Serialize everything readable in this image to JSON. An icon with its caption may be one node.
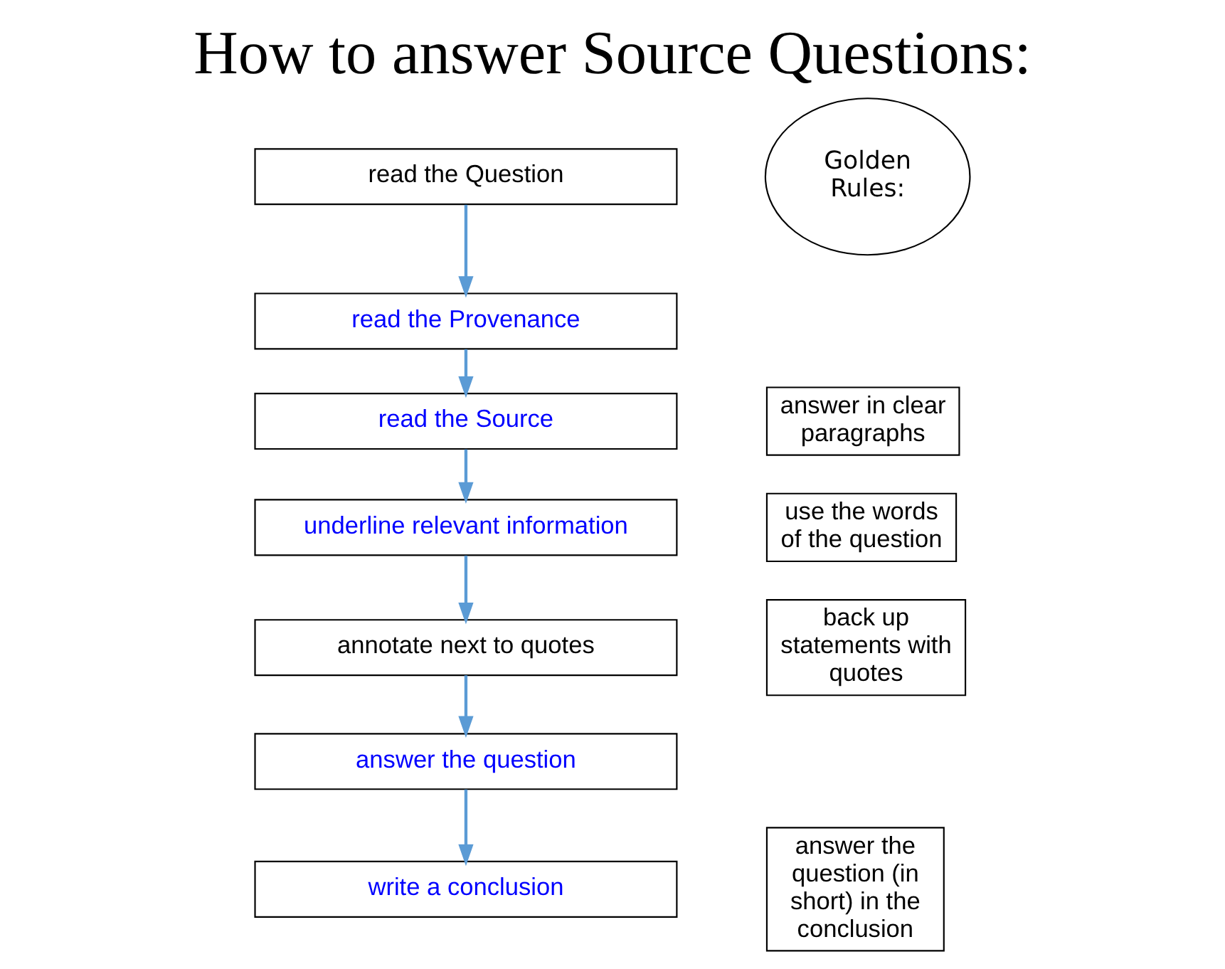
{
  "diagram": {
    "title": "How to answer Source Questions:",
    "nodes": [
      {
        "text": [
          "read the Question"
        ]
      },
      {
        "text": [
          "read the Provenance"
        ]
      },
      {
        "text": [
          "read the Source"
        ]
      },
      {
        "text": [
          "underline relevant information"
        ]
      },
      {
        "text": [
          "annotate next to quotes"
        ]
      },
      {
        "text": [
          "answer the question"
        ]
      },
      {
        "text": [
          "write a conclusion"
        ]
      },
      {
        "text": [
          "Golden Rules:"
        ]
      },
      {
        "text": [
          "answer in clear paragraphs"
        ]
      },
      {
        "text": [
          "use the words of the question"
        ]
      },
      {
        "text": [
          "back up statements with quotes"
        ]
      },
      {
        "text": [
          "answer the question (in short) in the conclusion"
        ]
      }
    ],
    "edges": [
      {
        "from": 0,
        "to": 1,
        "arrow": "to"
      },
      {
        "from": 1,
        "to": 2,
        "arrow": "to"
      },
      {
        "from": 2,
        "to": 3,
        "arrow": "to"
      },
      {
        "from": 3,
        "to": 4,
        "arrow": "to"
      },
      {
        "from": 4,
        "to": 5,
        "arrow": "to"
      },
      {
        "from": 5,
        "to": 6,
        "arrow": "to"
      }
    ]
  }
}
